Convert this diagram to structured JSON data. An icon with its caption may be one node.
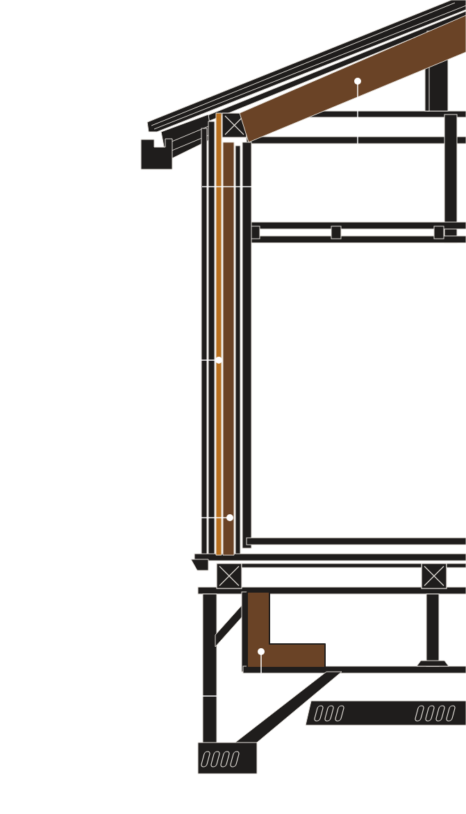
{
  "diagram": {
    "nodes": [
      {
        "text": [],
        "shape": "bar"
      },
      {
        "text": [],
        "shape": "bar"
      },
      {
        "text": [],
        "shape": "bar"
      },
      {
        "text": [],
        "shape": "block"
      }
    ],
    "edges": [
      {
        "from": null,
        "to": 0,
        "arrow": "other"
      },
      {
        "from": null,
        "to": 1,
        "arrow": "other"
      },
      {
        "from": null,
        "to": 2,
        "arrow": "other"
      },
      {
        "from": null,
        "to": 3,
        "arrow": "other"
      }
    ]
  }
}
